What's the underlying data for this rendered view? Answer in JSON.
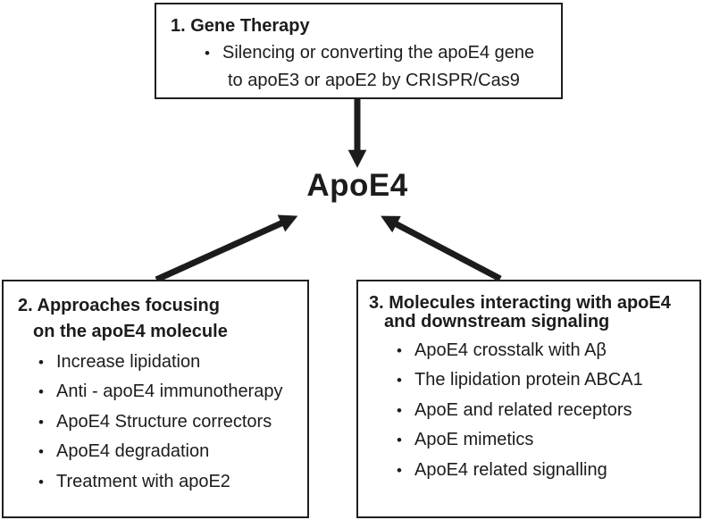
{
  "colors": {
    "background": "#ffffff",
    "ink": "#1c1c1c",
    "box_border": "#1f1f1f"
  },
  "glyphs": {
    "bullet": "•"
  },
  "center_label": "ApoE4",
  "boxes": {
    "gene_therapy": {
      "title": "1. Gene Therapy",
      "bullet_line1": "Silencing or converting the apoE4 gene",
      "bullet_line2": "to apoE3 or apoE2 by CRISPR/Cas9"
    },
    "apoe4_molecule": {
      "title_line1": "2. Approaches focusing",
      "title_line2": "on the apoE4 molecule",
      "items": [
        "Increase lipidation",
        "Anti - apoE4 immunotherapy",
        "ApoE4 Structure correctors",
        "ApoE4 degradation",
        "Treatment with apoE2"
      ]
    },
    "interacting_molecules": {
      "title_line1": "3. Molecules interacting with apoE4",
      "title_line2": "and downstream signaling",
      "items": [
        "ApoE4 crosstalk with Aβ",
        "The lipidation protein ABCA1",
        "ApoE and related receptors",
        "ApoE mimetics",
        "ApoE4 related signalling"
      ]
    }
  }
}
